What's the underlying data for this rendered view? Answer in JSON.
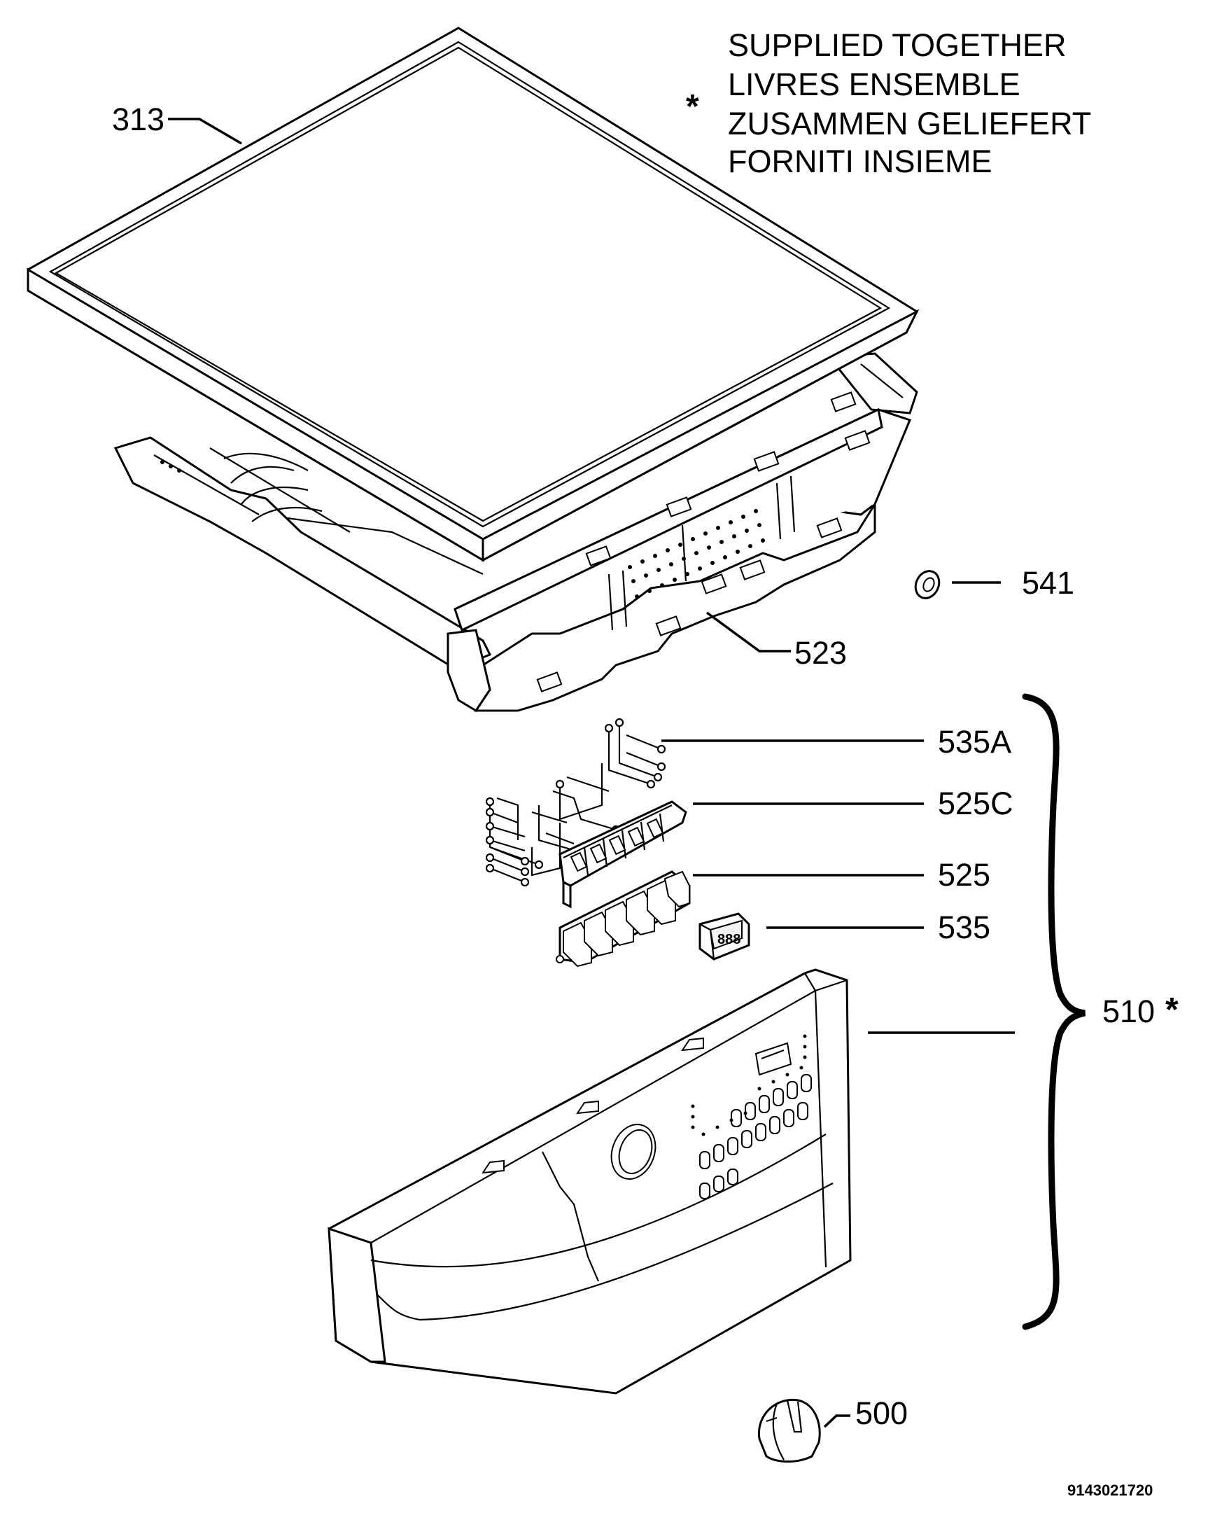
{
  "legend": {
    "symbol": "*",
    "lines": [
      "SUPPLIED TOGETHER",
      "LIVRES ENSEMBLE",
      "ZUSAMMEN GELIEFERT",
      "FORNITI INSIEME"
    ]
  },
  "parts": [
    {
      "id": "313",
      "label": "313"
    },
    {
      "id": "523",
      "label": "523"
    },
    {
      "id": "541",
      "label": "541"
    },
    {
      "id": "535A",
      "label": "535A"
    },
    {
      "id": "525C",
      "label": "525C"
    },
    {
      "id": "525",
      "label": "525"
    },
    {
      "id": "535",
      "label": "535"
    },
    {
      "id": "510",
      "label": "510",
      "marker": "*"
    },
    {
      "id": "500",
      "label": "500"
    }
  ],
  "drawing_code": "9143021720"
}
